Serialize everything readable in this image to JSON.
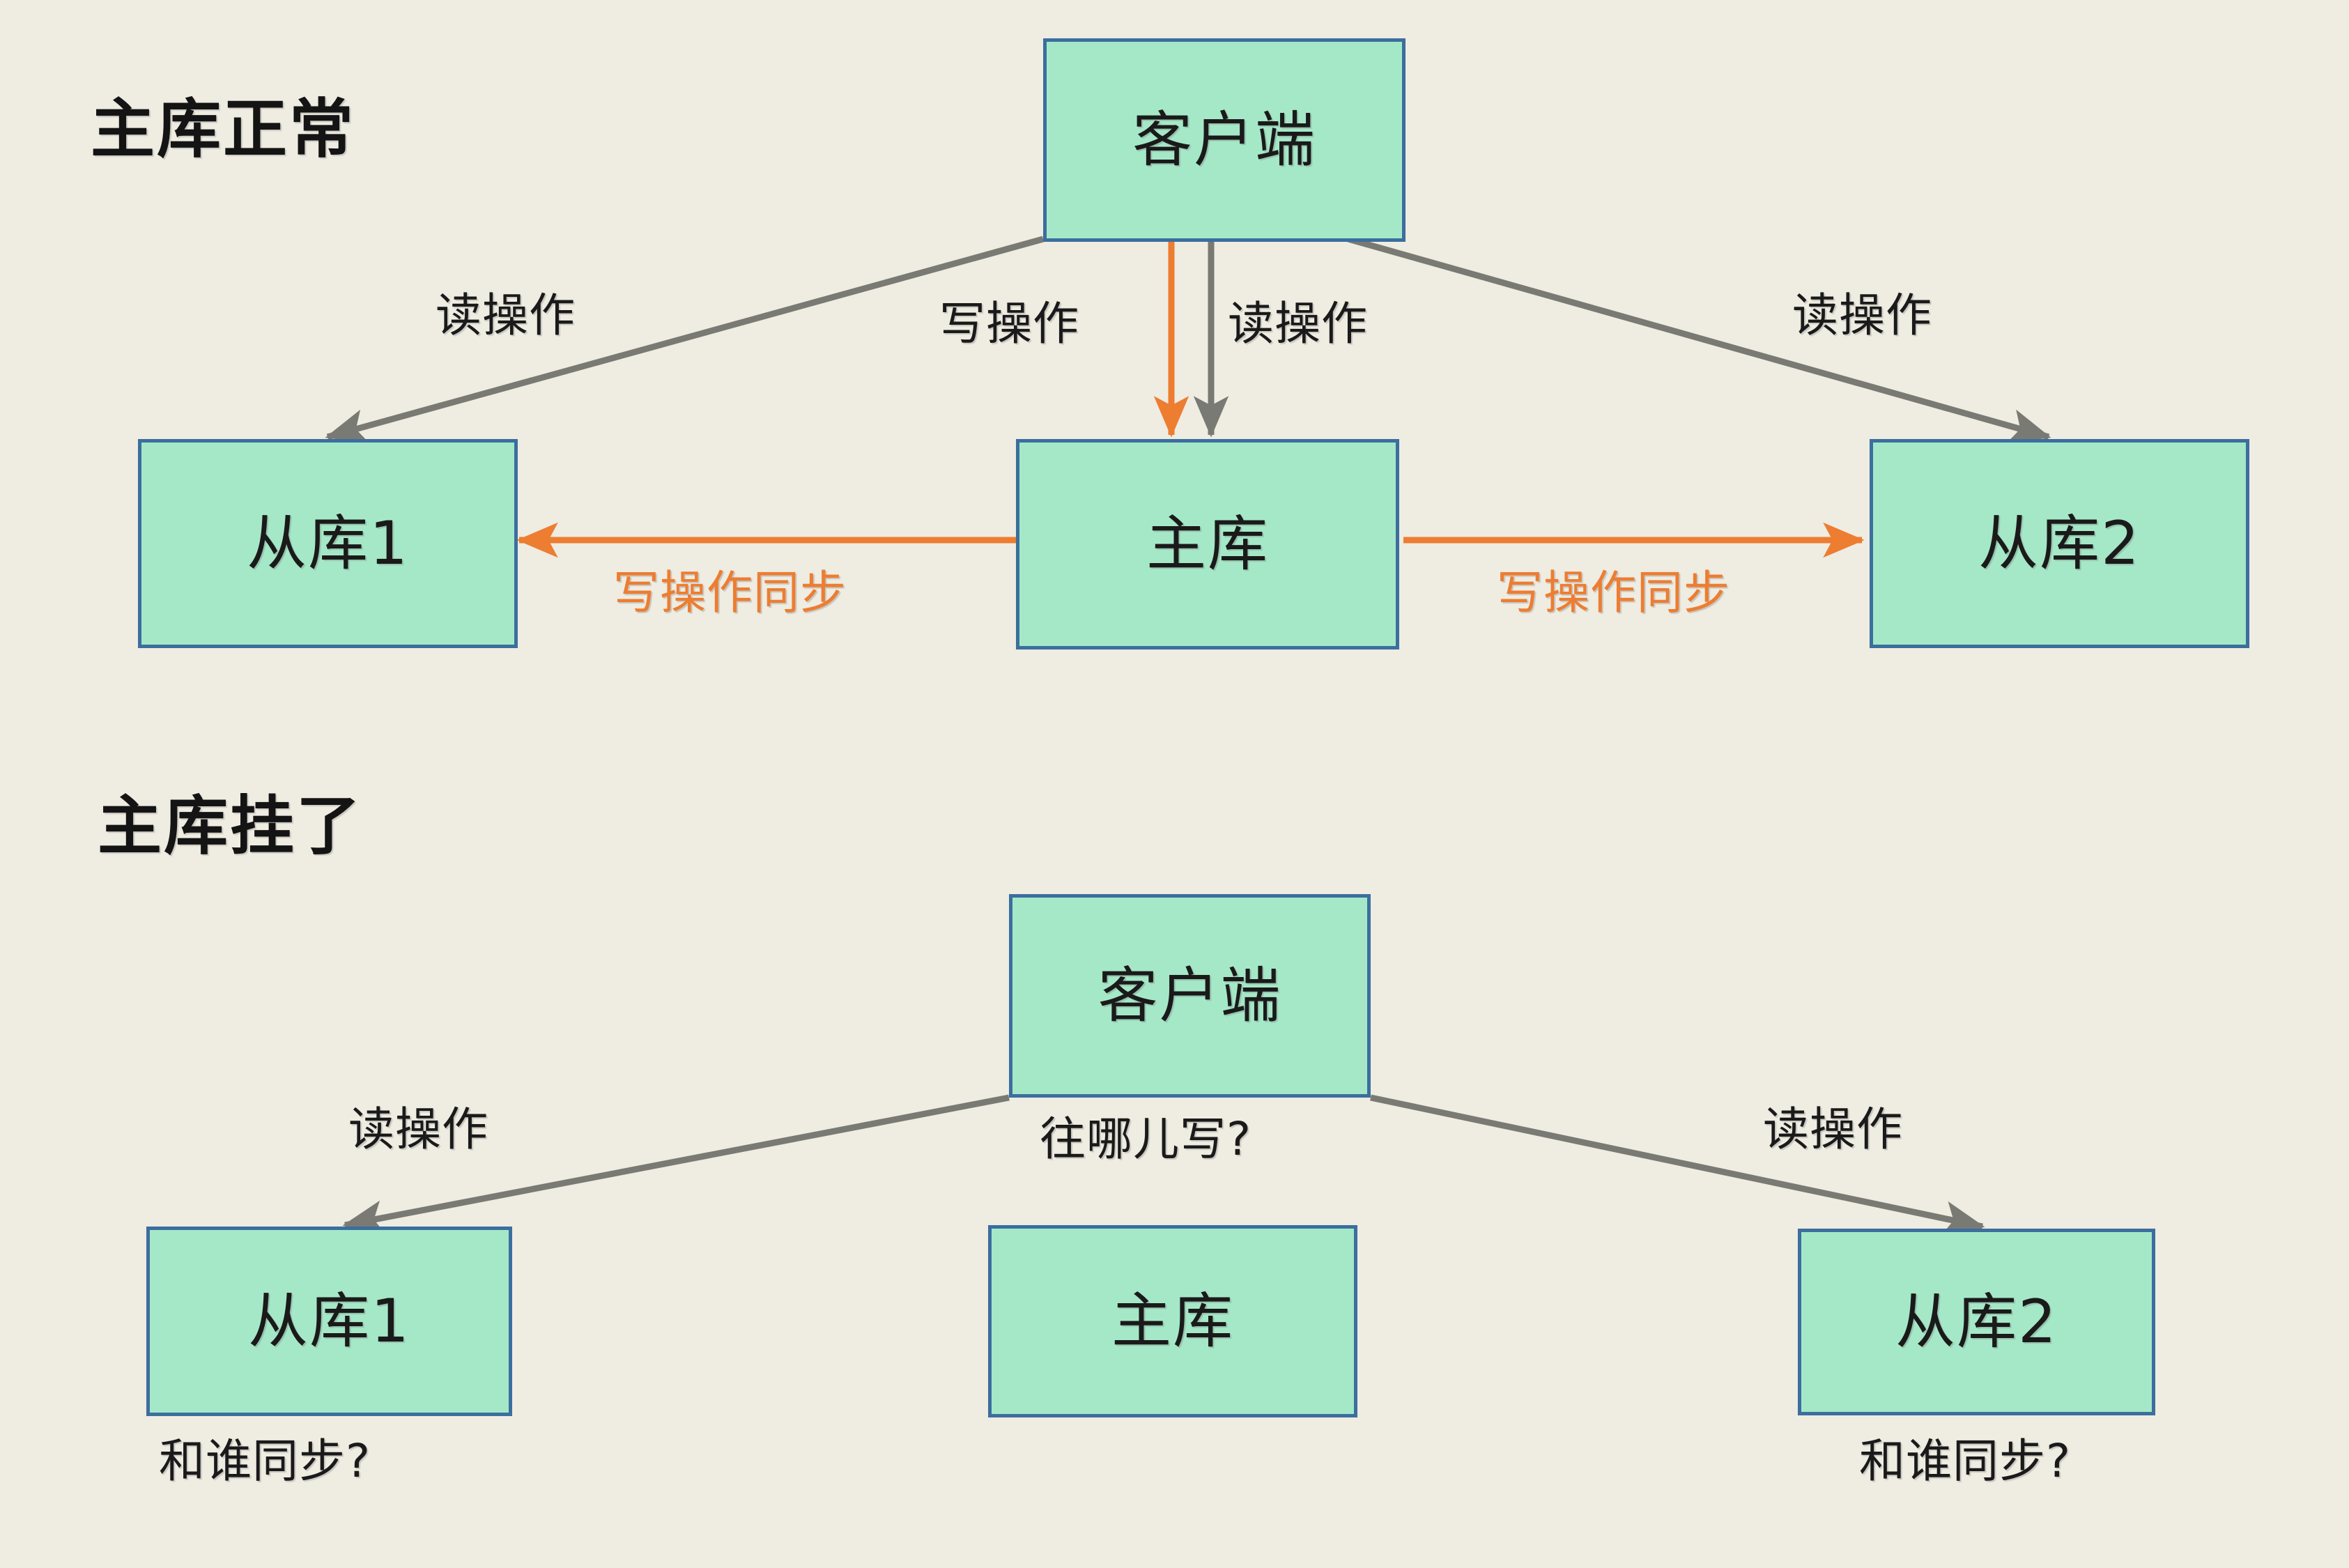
{
  "colors": {
    "background": "#EFECE2",
    "node_fill": "#A5E8C8",
    "node_border": "#3C6E9E",
    "arrow_gray": "#7A7A74",
    "arrow_orange": "#ED7D31",
    "text": "#1A1A1A"
  },
  "sections": [
    {
      "id": "master-normal",
      "title": "主库正常",
      "nodes": [
        {
          "id": "client-top",
          "label": "客户端"
        },
        {
          "id": "slave1-top",
          "label": "从库1"
        },
        {
          "id": "master-top",
          "label": "主库"
        },
        {
          "id": "slave2-top",
          "label": "从库2"
        }
      ],
      "edges": [
        {
          "id": "client-to-slave1-read",
          "label": "读操作",
          "color": "gray",
          "from": "client-top",
          "to": "slave1-top"
        },
        {
          "id": "client-to-master-write",
          "label": "写操作",
          "color": "orange",
          "from": "client-top",
          "to": "master-top"
        },
        {
          "id": "client-to-master-read",
          "label": "读操作",
          "color": "gray",
          "from": "client-top",
          "to": "master-top"
        },
        {
          "id": "client-to-slave2-read",
          "label": "读操作",
          "color": "gray",
          "from": "client-top",
          "to": "slave2-top"
        },
        {
          "id": "master-to-slave1-sync",
          "label": "写操作同步",
          "color": "orange",
          "from": "master-top",
          "to": "slave1-top"
        },
        {
          "id": "master-to-slave2-sync",
          "label": "写操作同步",
          "color": "orange",
          "from": "master-top",
          "to": "slave2-top"
        }
      ]
    },
    {
      "id": "master-down",
      "title": "主库挂了",
      "nodes": [
        {
          "id": "client-bottom",
          "label": "客户端"
        },
        {
          "id": "slave1-bottom",
          "label": "从库1"
        },
        {
          "id": "master-bottom",
          "label": "主库"
        },
        {
          "id": "slave2-bottom",
          "label": "从库2"
        }
      ],
      "edges": [
        {
          "id": "client-to-slave1-read-b",
          "label": "读操作",
          "color": "gray",
          "from": "client-bottom",
          "to": "slave1-bottom"
        },
        {
          "id": "client-to-slave2-read-b",
          "label": "读操作",
          "color": "gray",
          "from": "client-bottom",
          "to": "slave2-bottom"
        }
      ],
      "annotations": [
        {
          "id": "write-where",
          "label": "往哪儿写?"
        },
        {
          "id": "sync-with-whom-1",
          "label": "和谁同步?"
        },
        {
          "id": "sync-with-whom-2",
          "label": "和谁同步?"
        }
      ]
    }
  ]
}
